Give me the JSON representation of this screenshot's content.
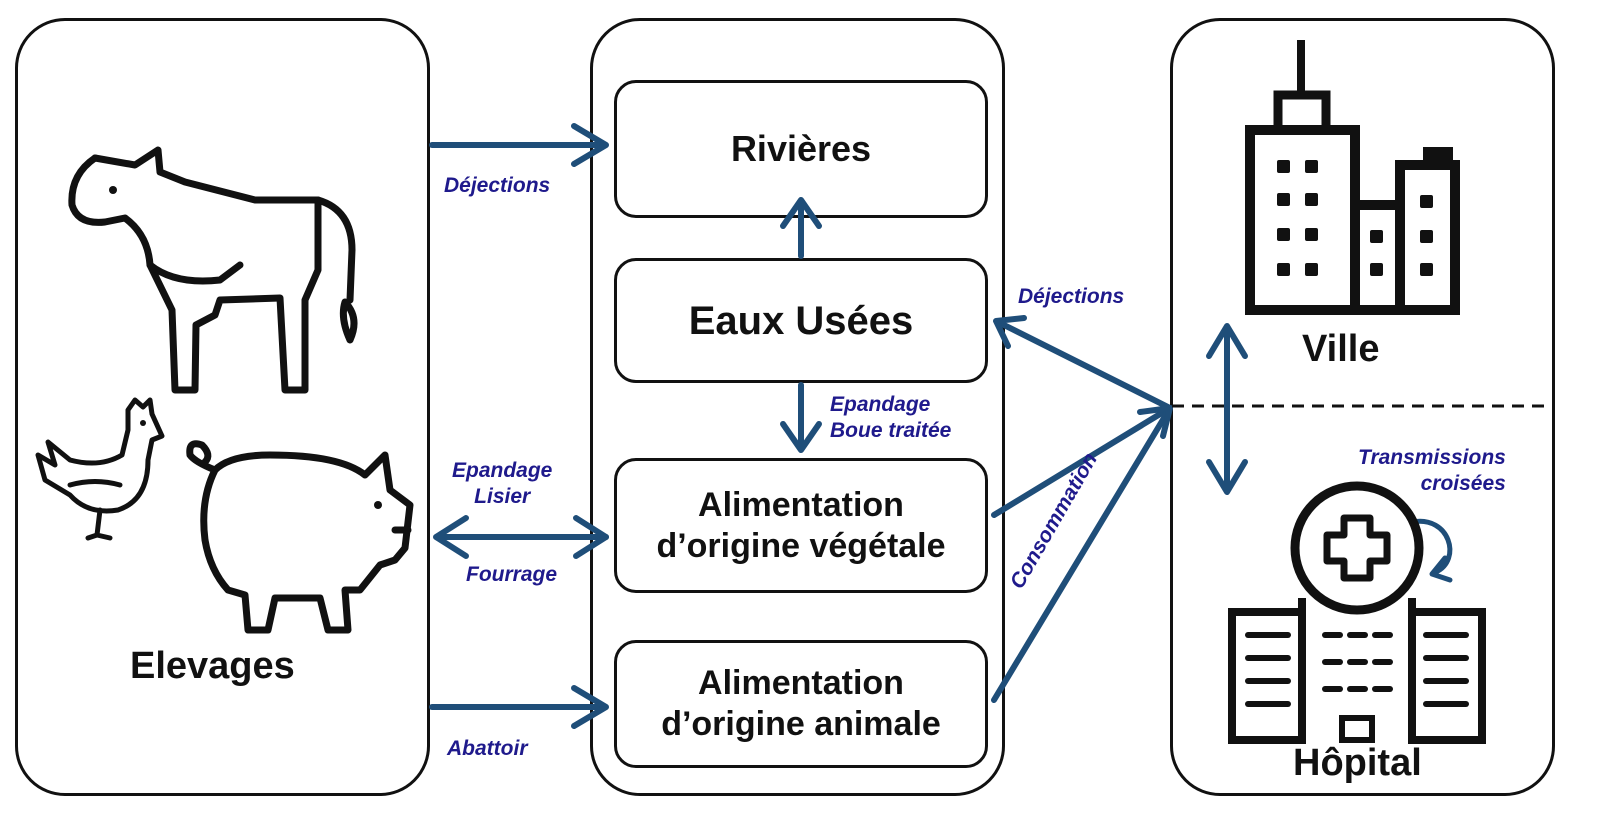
{
  "left_panel": {
    "label": "Elevages",
    "icons": [
      "cow-icon",
      "chicken-icon",
      "pig-icon"
    ]
  },
  "center_panel": {
    "boxes": {
      "rivieres": "Rivières",
      "eaux_usees": "Eaux Usées",
      "alim_vegetale_line1": "Alimentation",
      "alim_vegetale_line2": "d’origine végétale",
      "alim_animale_line1": "Alimentation",
      "alim_animale_line2": "d’origine animale"
    }
  },
  "right_panel": {
    "ville_label": "Ville",
    "hopital_label": "Hôpital",
    "icons": [
      "city-buildings-icon",
      "hospital-icon"
    ]
  },
  "edges": {
    "dejections_left": "Déjections",
    "epandage_lisier_line1": "Epandage",
    "epandage_lisier_line2": "Lisier",
    "fourrage": "Fourrage",
    "abattoir": "Abattoir",
    "epandage_boue_line1": "Epandage",
    "epandage_boue_line2": "Boue traitée",
    "dejections_right": "Déjections",
    "consommation": "Consommation",
    "transmissions_line1": "Transmissions",
    "transmissions_line2": "croisées"
  },
  "colors": {
    "arrow": "#1f4e79",
    "edge_text": "#1f1a8c",
    "outline": "#111111"
  }
}
